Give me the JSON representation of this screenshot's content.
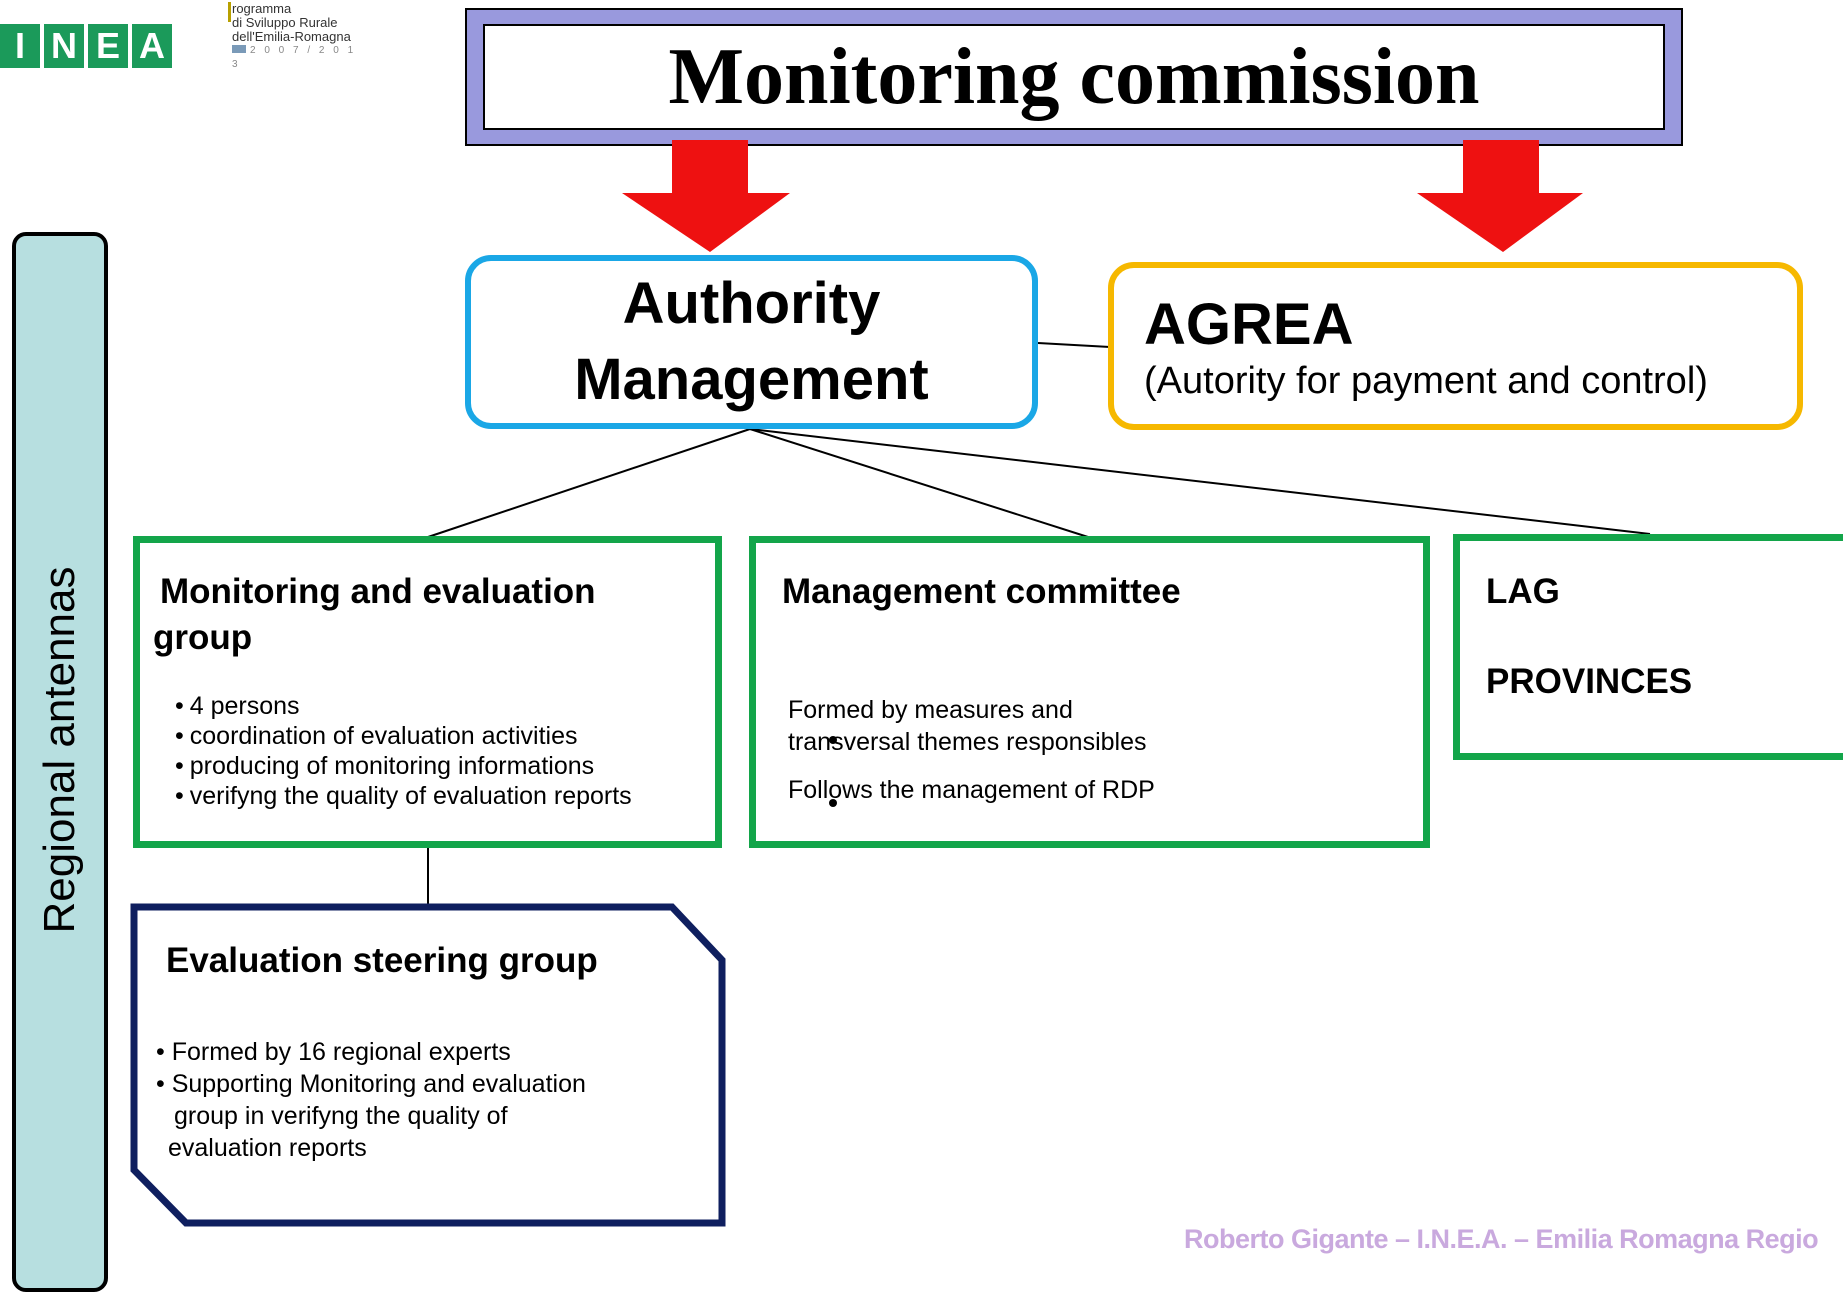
{
  "logos": {
    "inea_letters": [
      "I",
      "N",
      "E",
      "A"
    ],
    "program_lines": [
      "rogramma",
      "di Sviluppo Rurale",
      "dell'Emilia-Romagna"
    ],
    "program_years": "2 0 0 7 / 2 0 1 3"
  },
  "title": "Monitoring commission",
  "side_label": "Regional antennas",
  "authority": {
    "line1": "Authority",
    "line2": "Management"
  },
  "agrea": {
    "title": "AGREA",
    "subtitle": "(Autority for payment and control)"
  },
  "monitoring_group": {
    "heading_line1": "Monitoring and evaluation",
    "heading_line2": "group",
    "bullets": [
      "4 persons",
      "coordination of evaluation activities",
      "producing of monitoring informations",
      "verifyng the quality of evaluation reports"
    ]
  },
  "management_committee": {
    "heading": "Management committee",
    "line1": "Formed by measures and",
    "line2": "transversal themes responsibles",
    "line3": "Follows the management of RDP"
  },
  "lag": {
    "line1": "LAG",
    "line2": "PROVINCES"
  },
  "steering_group": {
    "heading": "Evaluation steering group",
    "line1": "• Formed by 16 regional experts",
    "line2": "• Supporting Monitoring and evaluation",
    "line3": "group in verifyng the quality of",
    "line4": "evaluation reports"
  },
  "footer": "Roberto Gigante – I.N.E.A. – Emilia Romagna Regio",
  "colors": {
    "title_frame": "#9999dd",
    "arrow": "#ee1111",
    "authority_border": "#1aa7e6",
    "agrea_border": "#f6b800",
    "green_border": "#13a54a",
    "steering_border": "#0f1f5f",
    "side_bar": "#b7dfe0",
    "footer_text": "#c9a9de"
  }
}
